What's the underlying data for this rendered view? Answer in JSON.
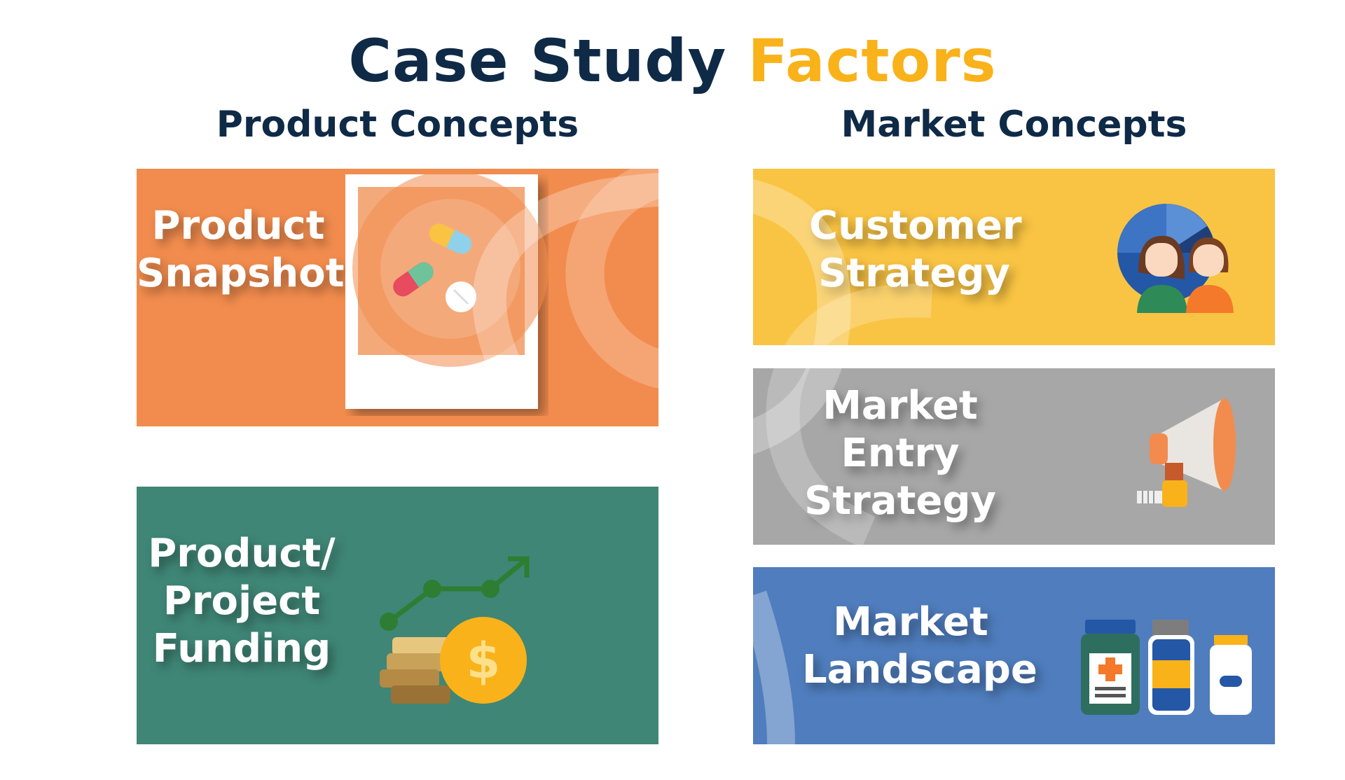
{
  "title": {
    "part1": "Case Study",
    "part2": "Factors"
  },
  "columns": {
    "left": "Product Concepts",
    "right": "Market Concepts"
  },
  "cards": {
    "product_snapshot": {
      "lines": [
        "Product",
        "Snapshot"
      ],
      "color": "#f28c4e"
    },
    "funding": {
      "lines": [
        "Product/",
        "Project",
        "Funding"
      ],
      "color": "#3f8676"
    },
    "customer_strategy": {
      "lines": [
        "Customer",
        "Strategy"
      ],
      "color": "#f9c443"
    },
    "market_entry": {
      "lines": [
        "Market",
        "Entry",
        "Strategy"
      ],
      "color": "#a7a7a7"
    },
    "market_landscape": {
      "lines": [
        "Market",
        "Landscape"
      ],
      "color": "#4f7dbd"
    }
  },
  "icons": {
    "product_snapshot": "pills-photo-icon",
    "funding": "growth-coins-icon",
    "customer_strategy": "customer-pie-icon",
    "market_entry": "megaphone-icon",
    "market_landscape": "medicine-bottles-icon"
  },
  "colors": {
    "navy": "#0f2a47",
    "gold": "#f9b21a"
  }
}
